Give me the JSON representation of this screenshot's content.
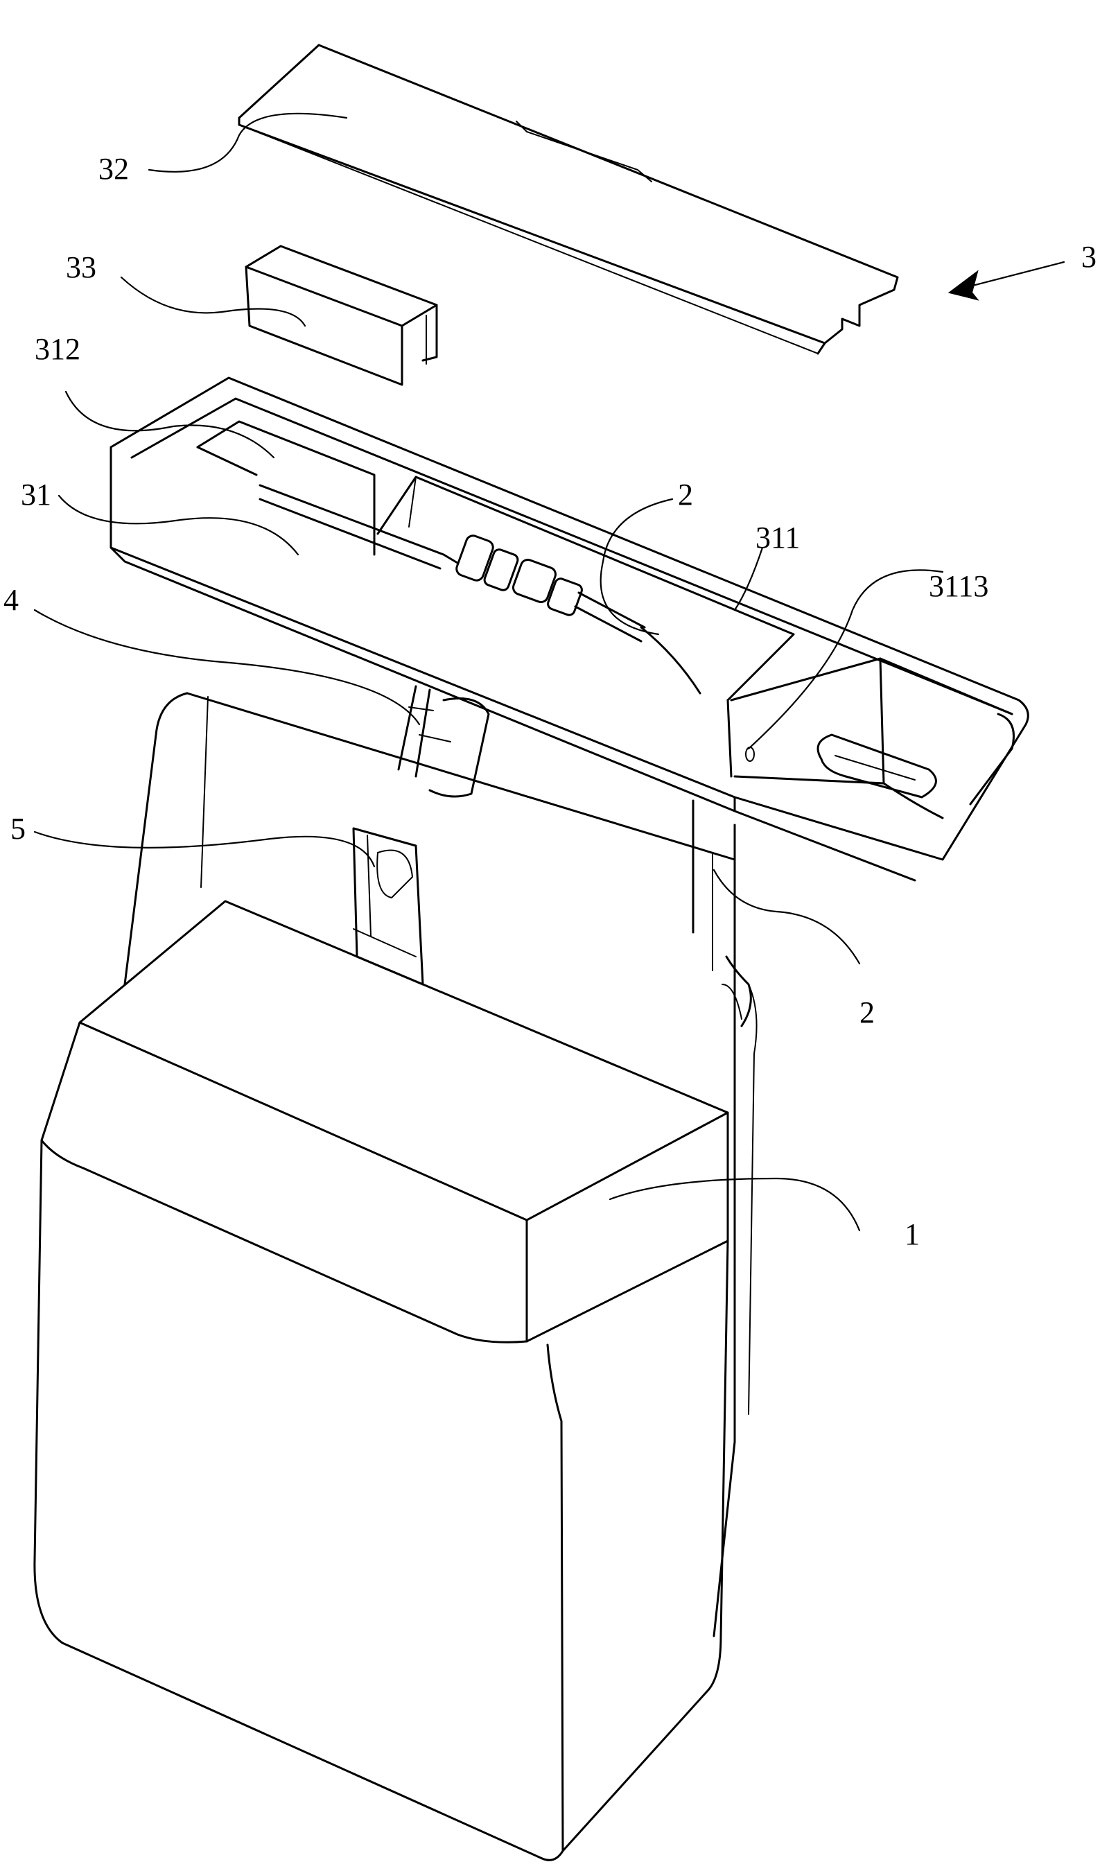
{
  "labels": {
    "l32": "32",
    "l33": "33",
    "l3": "3",
    "l312": "312",
    "l31": "31",
    "l2_top": "2",
    "l311": "311",
    "l3113": "3113",
    "l4": "4",
    "l5": "5",
    "l2_bottom": "2",
    "l1": "1"
  }
}
